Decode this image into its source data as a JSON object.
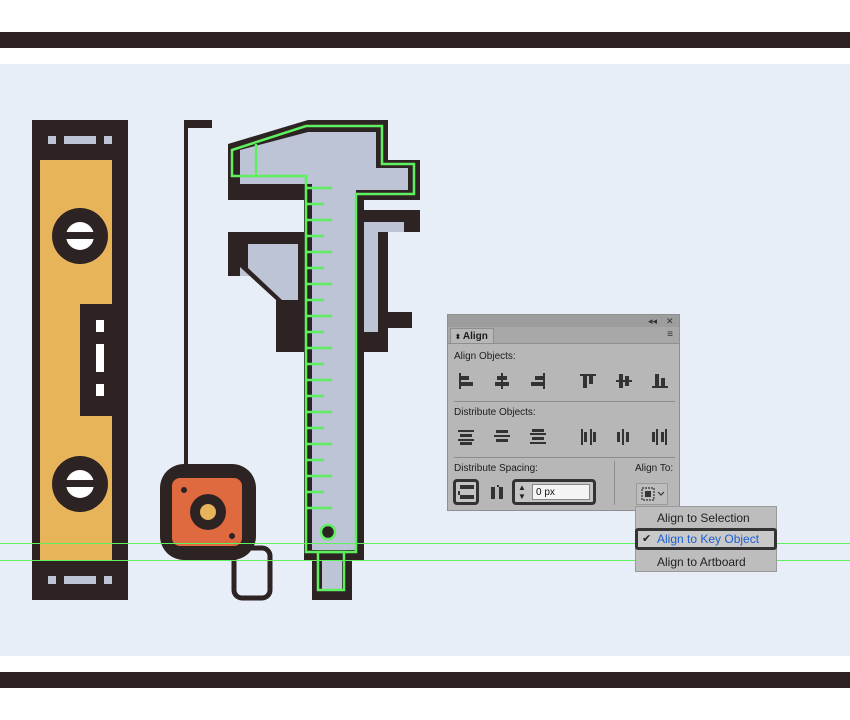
{
  "align_panel": {
    "collapse_icon": "◂◂",
    "close_icon": "✕",
    "tab_label": "Align",
    "menu_icon": "≡",
    "align_objects_label": "Align Objects:",
    "distribute_objects_label": "Distribute Objects:",
    "distribute_spacing_label": "Distribute Spacing:",
    "align_to_label": "Align To:",
    "spacing_value": "0 px"
  },
  "align_to_menu": {
    "items": [
      "Align to Selection",
      "Align to Key Object",
      "Align to Artboard"
    ],
    "selected": "Align to Key Object",
    "check_mark": "✔"
  },
  "colors": {
    "outline": "#2e2323",
    "canvas_bg": "#e8eef7",
    "level_body": "#e8b45a",
    "caliper_fill": "#bdc4d6",
    "tape_orange": "#e06a3f",
    "selection_green": "#5ff05f",
    "menu_highlight_text": "#1b5fd6"
  }
}
